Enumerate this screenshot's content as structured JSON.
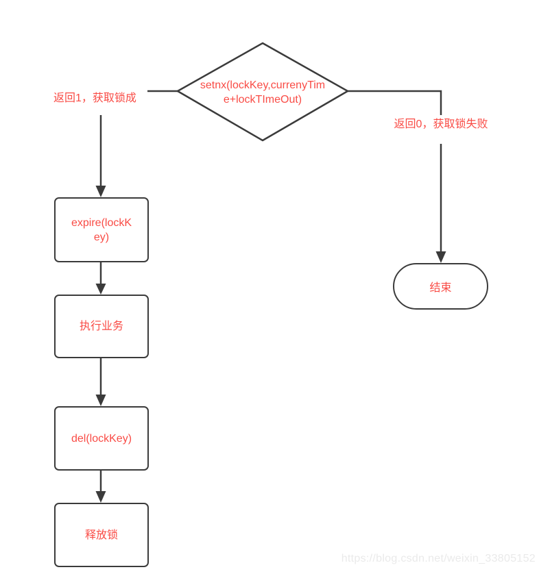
{
  "flowchart": {
    "decision": {
      "label": "setnx(lockKey,currenyTime+lockTImeOut)"
    },
    "branches": {
      "success_label": "返回1，获取锁成",
      "failure_label": "返回0，获取锁失败"
    },
    "nodes": {
      "expire_label": "expire(lockKey)",
      "business_label": "执行业务",
      "delete_label": "del(lockKey)",
      "release_label": "释放锁",
      "end_label": "结束"
    },
    "colors": {
      "node_text": "#f94b45",
      "line_stroke": "#3b3b3b",
      "node_fill": "#ffffff",
      "watermark": "#eaeaea"
    },
    "watermark_text": "https://blog.csdn.net/weixin_33805152"
  }
}
